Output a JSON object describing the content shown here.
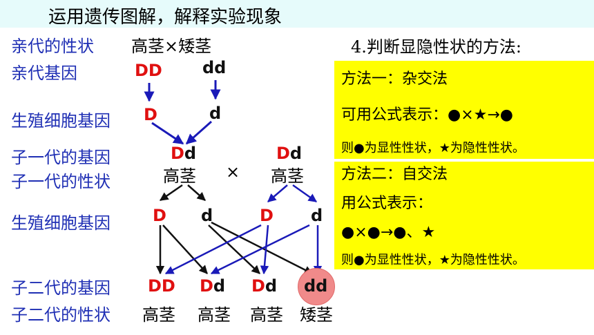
{
  "title": "运用遗传图解，解释实验现象",
  "labels": {
    "parent_traits": "亲代的性状",
    "parent_genes": "亲代基因",
    "gamete_genes_1": "生殖细胞基因",
    "f1_genes": "子一代的基因",
    "f1_traits": "子一代的性状",
    "gamete_genes_2": "生殖细胞基因",
    "f2_genes": "子二代的基因",
    "f2_traits": "子二代的性状"
  },
  "parents": {
    "cross_text": "高茎×矮茎",
    "gene_left": "DD",
    "gene_right": "dd"
  },
  "gametes_1": {
    "left": "D",
    "right": "d"
  },
  "f1": {
    "left": {
      "dom": "D",
      "rec": "d",
      "trait": "高茎"
    },
    "cross": "×",
    "right": {
      "dom": "D",
      "rec": "d",
      "trait": "高茎"
    }
  },
  "gametes_2": {
    "g1": "D",
    "g2": "d",
    "g3": "D",
    "g4": "d"
  },
  "f2": [
    {
      "dom": "DD",
      "rec": "",
      "trait": "高茎"
    },
    {
      "dom": "D",
      "rec": "d",
      "trait": "高茎"
    },
    {
      "dom": "D",
      "rec": "d",
      "trait": "高茎"
    },
    {
      "dom": "",
      "rec": "dd",
      "trait": "矮茎"
    }
  ],
  "method": {
    "heading": "4.判断显隐性状的方法:",
    "m1_title": "方法一：杂交法",
    "m1_formula": "可用公式表示：●×★→●",
    "m1_conclusion": "则●为显性性状，★为隐性性状。",
    "m2_title": "方法二：自交法",
    "m2_formula_label": "用公式表示：",
    "m2_formula": "●×●→●、★",
    "m2_conclusion": "则●为显性性状，★为隐性性状。"
  },
  "colors": {
    "label_blue": "#1f2fb4",
    "gene_red": "#e01010",
    "highlight_yellow": "#ffff00",
    "arrow_blue": "#1a1ab8"
  }
}
